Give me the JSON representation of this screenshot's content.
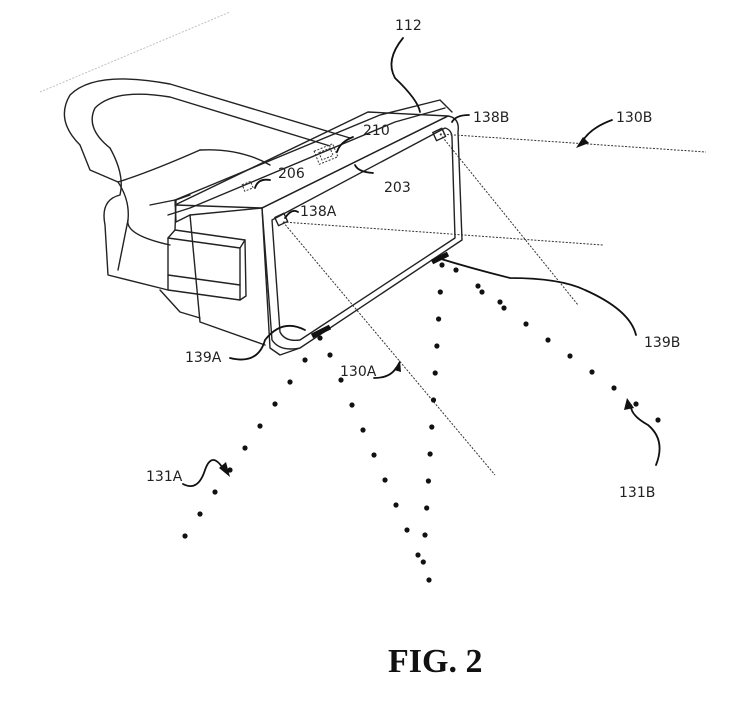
{
  "figure": {
    "caption": "FIG. 2",
    "subject": "head-mounted display with projected light patterns"
  },
  "labels": {
    "device": "112",
    "sensor_top": "210",
    "sensor_side": "206",
    "front_face": "203",
    "camera_left": "138A",
    "camera_right": "138B",
    "emitter_left": "139A",
    "emitter_right": "139B",
    "field_of_view_left": "130A",
    "field_of_view_right": "130B",
    "dot_pattern_left": "131A",
    "dot_pattern_right": "131B"
  }
}
